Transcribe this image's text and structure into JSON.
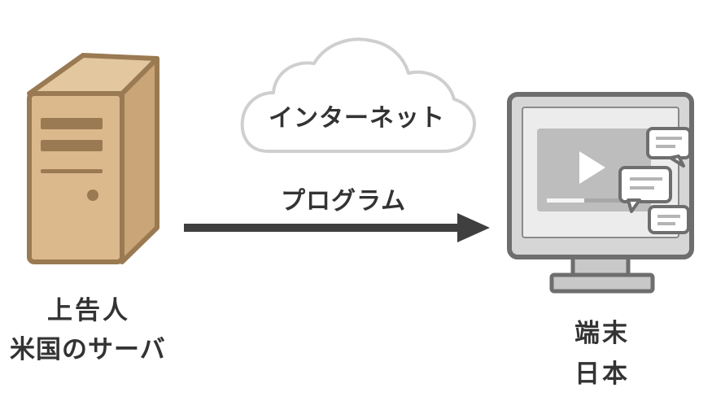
{
  "cloud": {
    "label": "インターネット"
  },
  "arrow": {
    "label": "プログラム"
  },
  "server": {
    "line1": "上告人",
    "line2": "米国のサーバ"
  },
  "device": {
    "line1": "端末",
    "line2": "日本"
  },
  "colors": {
    "server_fill": "#dcb98c",
    "server_stroke": "#9a7a52",
    "arrow": "#3f3f3f",
    "monitor_frame": "#c8c8c8",
    "monitor_stroke": "#6e6e6e",
    "text": "#333333"
  }
}
